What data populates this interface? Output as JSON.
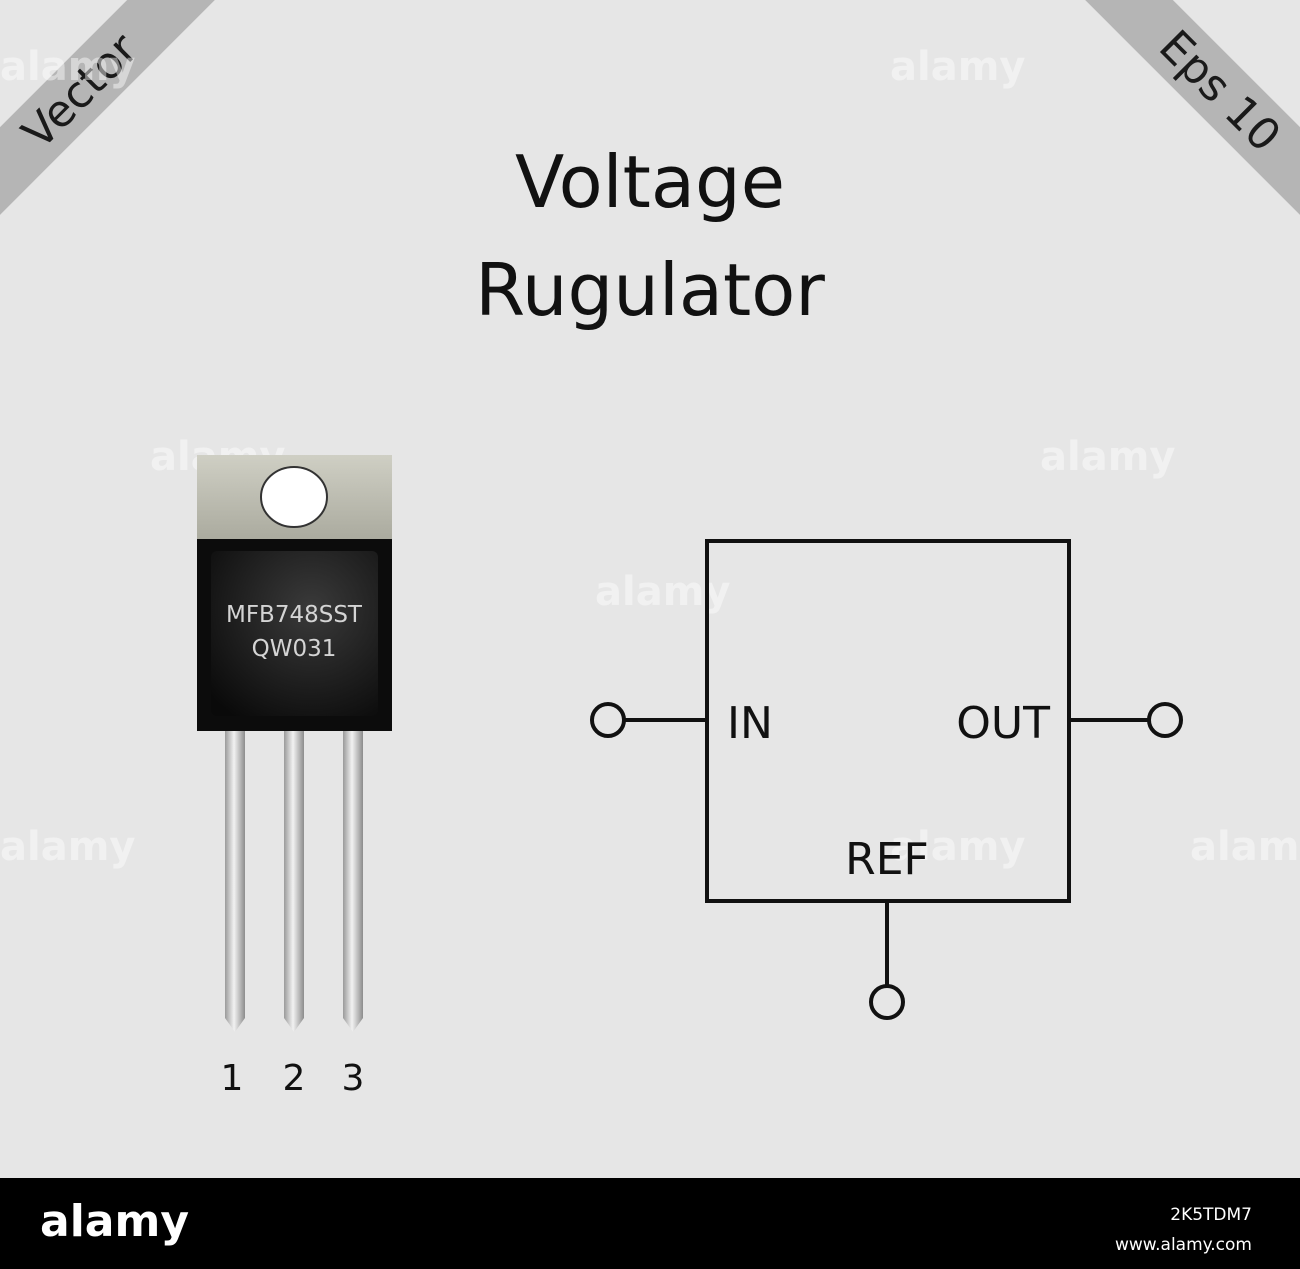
{
  "corner_left": "Vector",
  "corner_right": "Eps 10",
  "title": {
    "line1": "Voltage",
    "line2": "Rugulator"
  },
  "component": {
    "marking_line1": "MFB748SST",
    "marking_line2": "QW031",
    "pins": [
      "1",
      "2",
      "3"
    ]
  },
  "schematic": {
    "in": "IN",
    "out": "OUT",
    "ref": "REF"
  },
  "footer": {
    "brand": "alamy",
    "image_id": "2K5TDM7",
    "site": "www.alamy.com"
  },
  "watermark": "alamy",
  "colors": {
    "background": "#e6e6e6",
    "ribbon": "#b5b5b5",
    "tab": "#bcbcb0",
    "body": "#111111",
    "pin": "#c6c6c6"
  }
}
